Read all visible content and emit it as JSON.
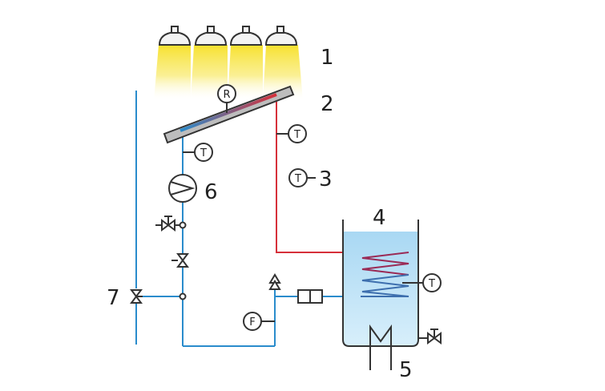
{
  "labels": {
    "n1": "1",
    "n2": "2",
    "n3": "3",
    "n4": "4",
    "n5": "5",
    "n6": "6",
    "n7": "7"
  },
  "symbols": {
    "radiation_sensor": "R",
    "temp_sensor": "T",
    "flow_meter": "F"
  },
  "colors": {
    "hot_pipe": "#d6303a",
    "cold_pipe": "#2a8ccc",
    "lamp_light": "#f7e12e",
    "tank_water": "#bfe3f7",
    "collector": "#bdbdbd",
    "line": "#333333"
  }
}
